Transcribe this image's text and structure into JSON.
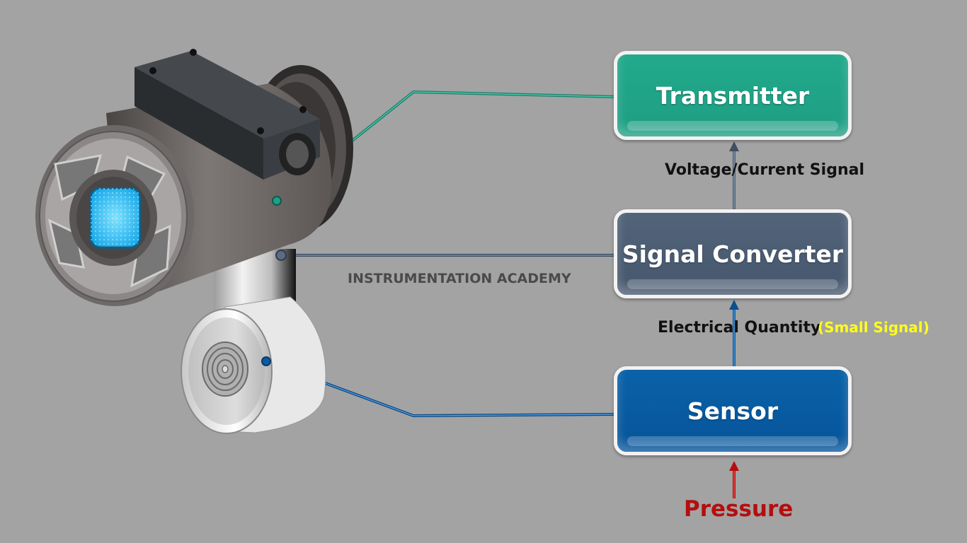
{
  "blocks": {
    "transmitter": "Transmitter",
    "signal_converter": "Signal Converter",
    "sensor": "Sensor"
  },
  "connections": {
    "converter_to_transmitter": "Voltage/Current Signal",
    "sensor_to_converter": "Electrical Quantity",
    "sensor_to_converter_note": "(Small Signal)",
    "input": "Pressure"
  },
  "watermark": "INSTRUMENTATION ACADEMY",
  "colors": {
    "background": "#a3a3a3",
    "transmitter": "#20a488",
    "signal_converter": "#4b5c72",
    "sensor": "#075aa0",
    "pressure_text": "#b40e0e",
    "small_signal_text": "#ffff1a"
  },
  "illustration": "pressure-transmitter-device"
}
